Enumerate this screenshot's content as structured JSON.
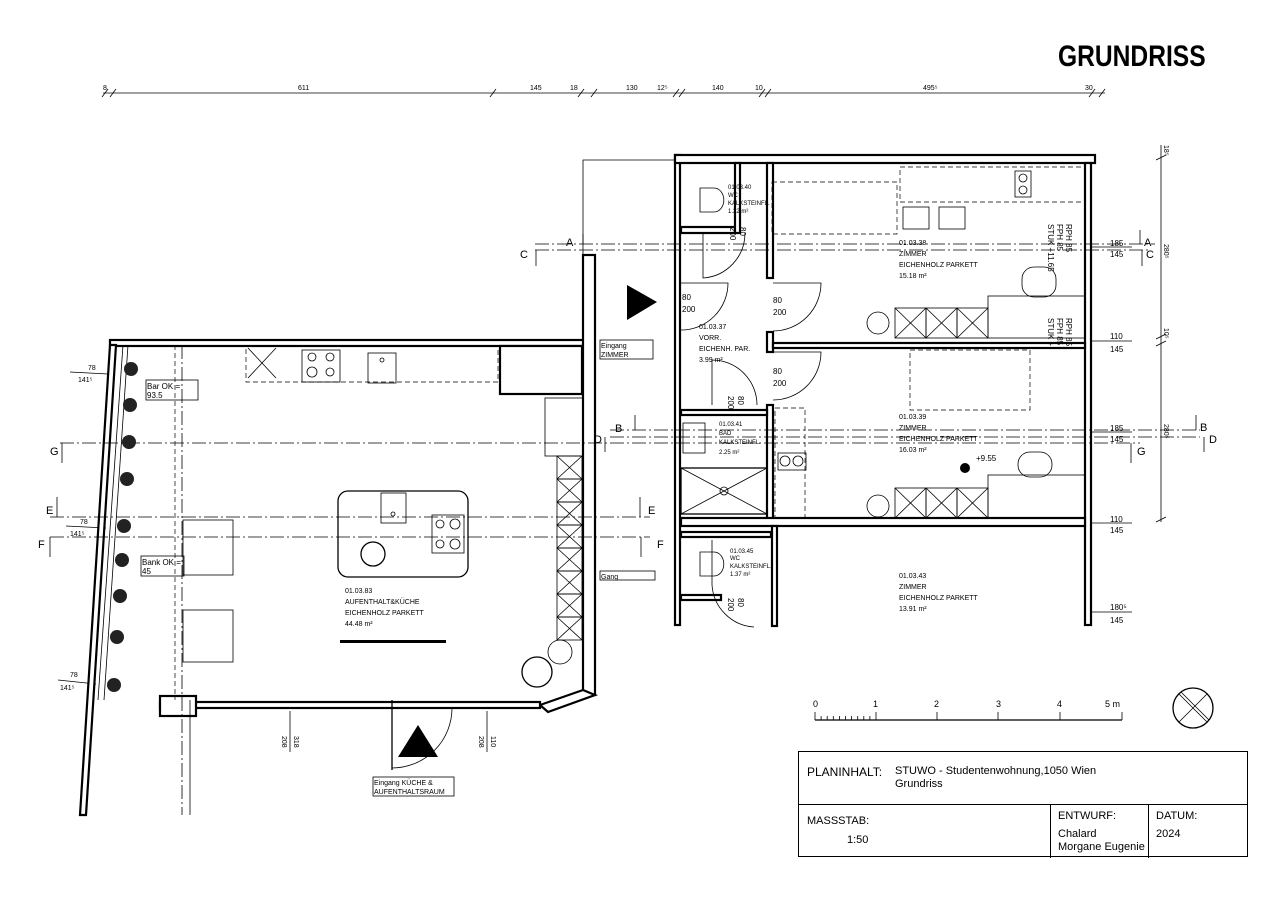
{
  "header": {
    "title": "GRUNDRISS"
  },
  "dimensions_top": [
    "8",
    "611",
    "145",
    "18",
    "130",
    "12⁵",
    "140",
    "10",
    "495⁵",
    "30"
  ],
  "dimensions_right": [
    "18⁵",
    "280⁵",
    "10⁵",
    "280⁵"
  ],
  "window_heights_right": [
    {
      "top": "185",
      "bottom": "145"
    },
    {
      "top": "110",
      "bottom": "145"
    },
    {
      "top": "185",
      "bottom": "145"
    },
    {
      "top": "110",
      "bottom": "145"
    },
    {
      "top": "180⁵",
      "bottom": "145"
    }
  ],
  "window_heights_left": [
    {
      "top": "78",
      "bottom": "141⁵"
    },
    {
      "top": "78",
      "bottom": "141⁵"
    },
    {
      "top": "78",
      "bottom": "141⁵"
    }
  ],
  "window_heights_bottom": [
    {
      "a": "208",
      "b": "318"
    },
    {
      "a": "208",
      "b": "110"
    }
  ],
  "section_marks": [
    "A",
    "A",
    "B",
    "B",
    "C",
    "C",
    "D",
    "D",
    "E",
    "E",
    "F",
    "F",
    "G",
    "G"
  ],
  "rooms": [
    {
      "id": "01.03.40",
      "name": "WC",
      "floor": "KALKSTEINFL.",
      "area": "1.32 m²"
    },
    {
      "id": "01.03.37",
      "name": "VORR.",
      "floor": "EICHENH. PAR.",
      "area": "3.99 m²"
    },
    {
      "id": "01.03.41",
      "name": "BAD",
      "floor": "KALKSTEINFL.",
      "area": "2.25 m²"
    },
    {
      "id": "01.03.45",
      "name": "WC",
      "floor": "KALKSTEINFL.",
      "area": "1.37 m²"
    },
    {
      "id": "01.03.38",
      "name": "ZIMMER",
      "floor": "EICHENHOLZ PARKETT",
      "area": "15.18 m²"
    },
    {
      "id": "01.03.39",
      "name": "ZIMMER",
      "floor": "EICHENHOLZ PARKETT",
      "area": "16.03 m²"
    },
    {
      "id": "01.03.43",
      "name": "ZIMMER",
      "floor": "EICHENHOLZ PARKETT",
      "area": "13.91 m²"
    },
    {
      "id": "01.03.83",
      "name": "AUFENTHALT&KÜCHE",
      "floor": "EICHENHOLZ PARKETT",
      "area": "44.48 m²"
    }
  ],
  "door_sizes": {
    "w": "80",
    "h": "200"
  },
  "parapet_notes": [
    {
      "l1": "RPH 85",
      "l2": "FPH 85",
      "l3": "STUK +11.65"
    },
    {
      "l1": "RPH 85",
      "l2": "FPH 85",
      "l3": "STUK +"
    }
  ],
  "level_mark": "+9.55",
  "labels": {
    "bar": "Bar OK =",
    "bar_val": "93.5",
    "bank": "Bank OK =",
    "bank_val": "45",
    "entry_room_1": "Eingang",
    "entry_room_2": "ZIMMER",
    "gang": "Gang",
    "entry_kitchen_1": "Eingang KÜCHE &",
    "entry_kitchen_2": "AUFENTHALTSRAUM"
  },
  "scale_bar": {
    "ticks": [
      "0",
      "1",
      "2",
      "3",
      "4",
      "5 m"
    ]
  },
  "title_block": {
    "planinhalt_label": "PLANINHALT:",
    "planinhalt_line1": "STUWO - Studentenwohnung,1050 Wien",
    "planinhalt_line2": "Grundriss",
    "massstab_label": "MASSSTAB:",
    "massstab_value": "1:50",
    "entwurf_label": "ENTWURF:",
    "entwurf_line1": "Chalard",
    "entwurf_line2": "Morgane Eugenie",
    "datum_label": "DATUM:",
    "datum_value": "2024"
  }
}
